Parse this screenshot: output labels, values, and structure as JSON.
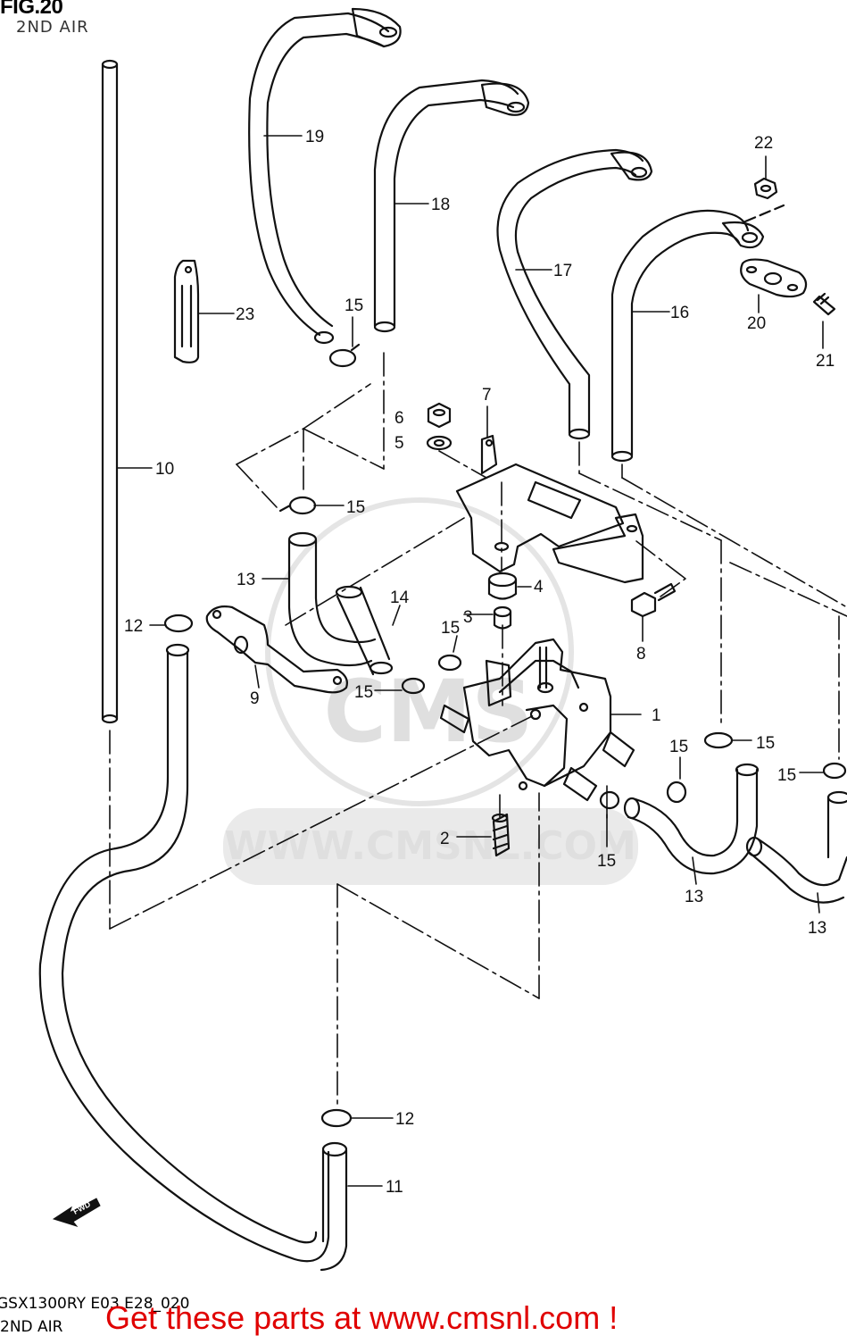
{
  "header": {
    "fig_title": "FIG.20",
    "subtitle": "2ND AIR"
  },
  "footer": {
    "model_code": "GSX1300RY E03 E28_020",
    "section": "2ND AIR",
    "promo": "Get these parts at www.cmsnl.com !"
  },
  "watermark": {
    "brand": "CMS",
    "url": "WWW.CMSNL.COM"
  },
  "fwd_label": "FWD",
  "callouts": {
    "c1": "1",
    "c2": "2",
    "c3": "3",
    "c4": "4",
    "c5": "5",
    "c6": "6",
    "c7": "7",
    "c8": "8",
    "c9": "9",
    "c10": "10",
    "c11": "11",
    "c12a": "12",
    "c12b": "12",
    "c13a": "13",
    "c13b": "13",
    "c13c": "13",
    "c14": "14",
    "c15a": "15",
    "c15b": "15",
    "c15c": "15",
    "c15d": "15",
    "c15e": "15",
    "c15f": "15",
    "c15g": "15",
    "c15h": "15",
    "c16": "16",
    "c17": "17",
    "c18": "18",
    "c19": "19",
    "c20": "20",
    "c21": "21",
    "c22": "22",
    "c23": "23"
  },
  "colors": {
    "line": "#111111",
    "promo": "#e00000",
    "watermark": "#dcdcdc"
  }
}
